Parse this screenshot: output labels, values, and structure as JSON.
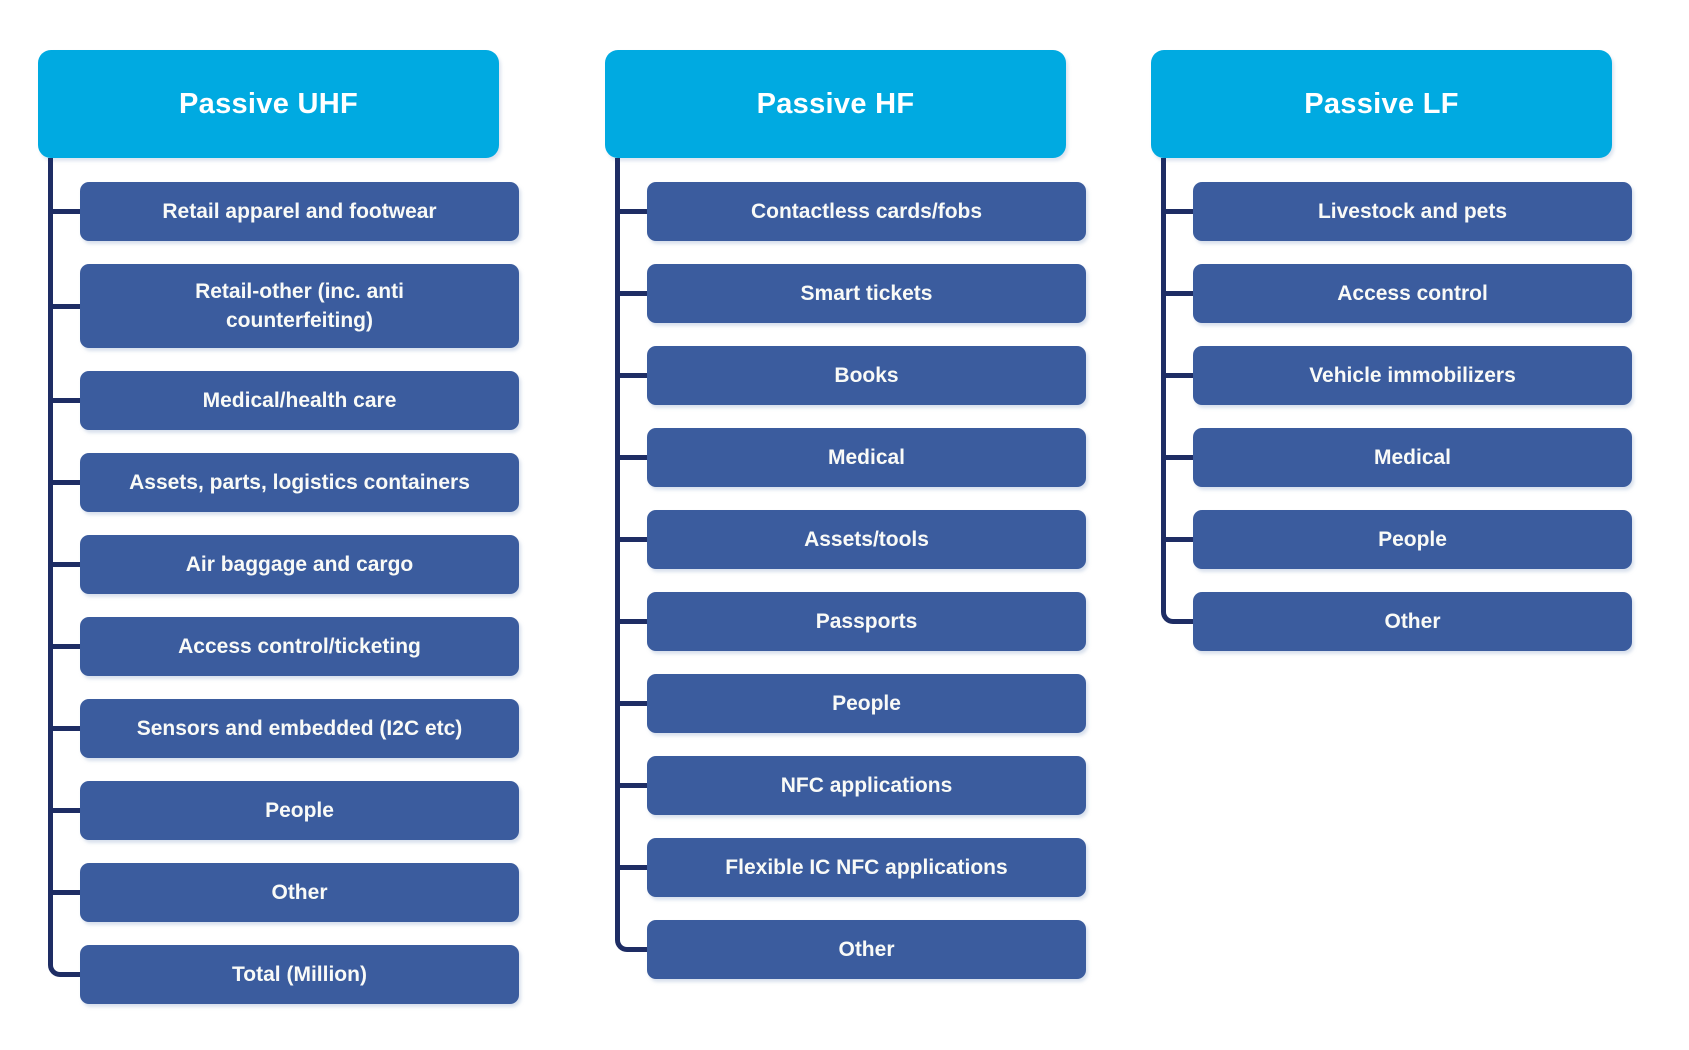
{
  "diagram": {
    "colors": {
      "header_bg": "#00AAE1",
      "item_bg": "#3B5C9E",
      "connector": "#1E2D64",
      "text": "#FFFFFF"
    },
    "columns": [
      {
        "header": "Passive UHF",
        "items": [
          "Retail apparel and footwear",
          "Retail-other (inc. anti counterfeiting)",
          "Medical/health care",
          "Assets, parts, logistics containers",
          "Air baggage and cargo",
          "Access control/ticketing",
          "Sensors and embedded (I2C etc)",
          "People",
          "Other",
          "Total (Million)"
        ]
      },
      {
        "header": "Passive HF",
        "items": [
          "Contactless cards/fobs",
          "Smart tickets",
          "Books",
          "Medical",
          "Assets/tools",
          "Passports",
          "People",
          "NFC applications",
          "Flexible IC NFC applications",
          "Other"
        ]
      },
      {
        "header": "Passive LF",
        "items": [
          "Livestock and pets",
          "Access control",
          "Vehicle immobilizers",
          "Medical",
          "People",
          "Other"
        ]
      }
    ]
  }
}
